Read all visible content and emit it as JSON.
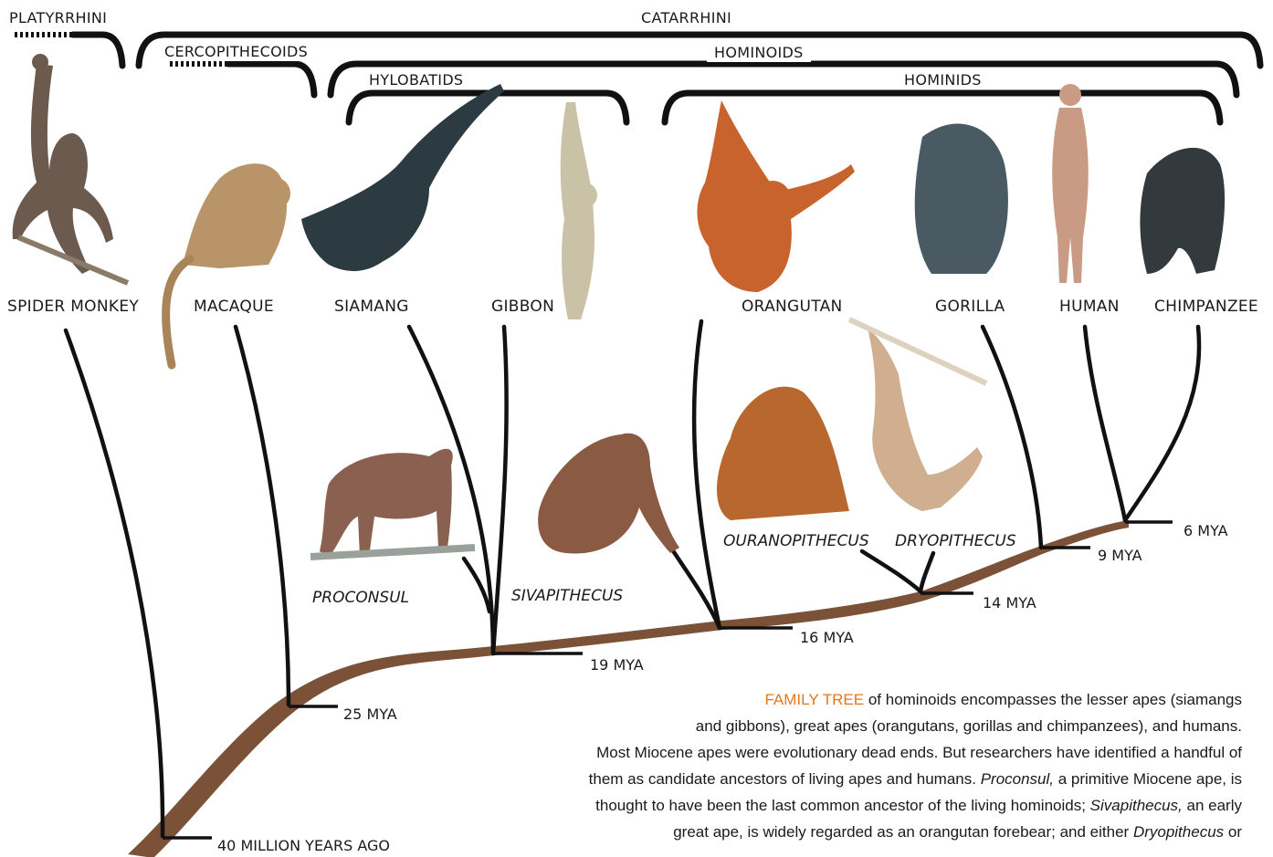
{
  "groups": {
    "platyrrhini": "PLATYRRHINI",
    "catarrhini": "CATARRHINI",
    "cercopithecoids": "CERCOPITHECOIDS",
    "hominoids": "HOMINOIDS",
    "hylobatids": "HYLOBATIDS",
    "hominids": "HOMINIDS"
  },
  "species": {
    "spider_monkey": "SPIDER MONKEY",
    "macaque": "MACAQUE",
    "siamang": "SIAMANG",
    "gibbon": "GIBBON",
    "orangutan": "ORANGUTAN",
    "gorilla": "GORILLA",
    "human": "HUMAN",
    "chimpanzee": "CHIMPANZEE"
  },
  "fossils": {
    "proconsul": "PROCONSUL",
    "sivapithecus": "SIVAPITHECUS",
    "ouranopithecus": "OURANOPITHECUS",
    "dryopithecus": "DRYOPITHECUS"
  },
  "timeline": {
    "t40": "40 MILLION YEARS AGO",
    "t25": "25 MYA",
    "t19": "19 MYA",
    "t16": "16 MYA",
    "t14": "14 MYA",
    "t9": "9 MYA",
    "t6": "6 MYA"
  },
  "caption": {
    "highlight": "FAMILY TREE",
    "l1": " of hominoids encompasses the lesser apes (siamangs",
    "l2": "and gibbons), great apes (orangutans, gorillas and chimpanzees), and humans.",
    "l3": "Most Miocene apes were evolutionary dead ends. But researchers have identified a handful of",
    "l4a": "them as candidate ancestors of living apes and humans. ",
    "l4i": "Proconsul,",
    "l4b": " a primitive Miocene ape, is",
    "l5a": "thought to have been the last common ancestor of the living hominoids; ",
    "l5i": "Sivapithecus,",
    "l5b": " an early",
    "l6a": "great ape, is widely regarded as an orangutan forebear; and either ",
    "l6i": "Dryopithecus",
    "l6b": " or"
  },
  "colors": {
    "trunk": "#7b5238",
    "line": "#111111",
    "highlight": "#e0781c"
  }
}
